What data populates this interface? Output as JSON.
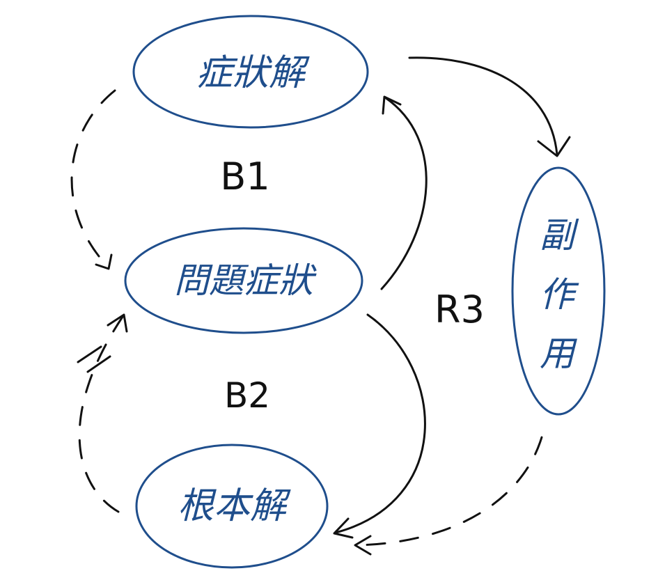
{
  "nodes": {
    "symptomatic": "症狀解",
    "problem": "問題症狀",
    "fundamental": "根本解",
    "side_effect": [
      "副",
      "作",
      "用"
    ]
  },
  "loops": {
    "b1": "B1",
    "b2": "B2",
    "r3": "R3"
  },
  "delay_mark": "||",
  "colors": {
    "node": "#1f4e8c",
    "line": "#111111"
  }
}
